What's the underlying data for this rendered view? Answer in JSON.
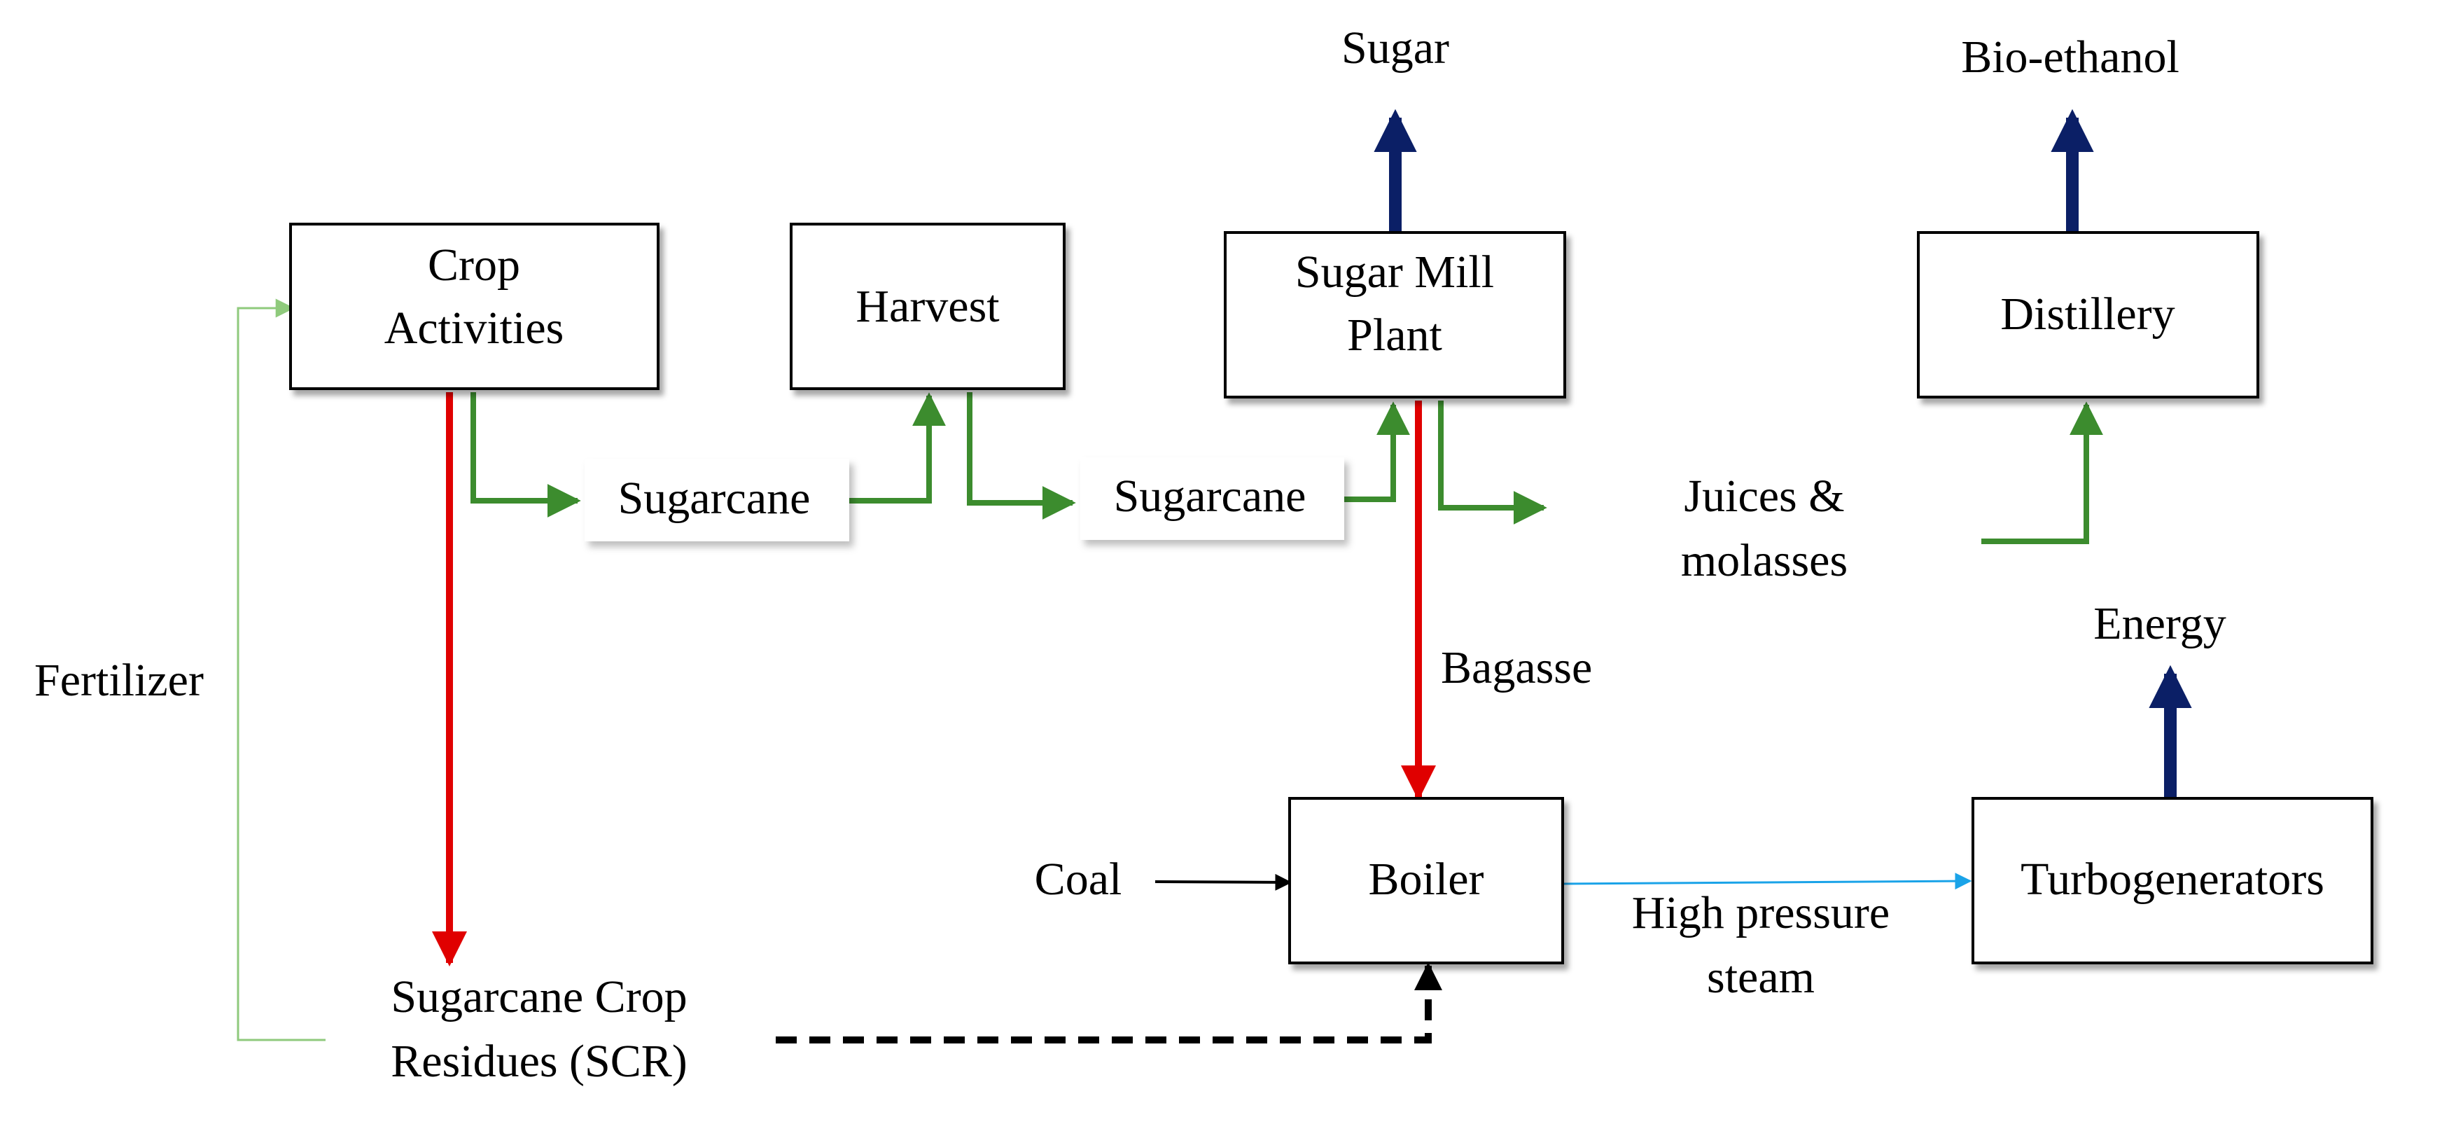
{
  "colors": {
    "green": "#3c8c2e",
    "red": "#e00000",
    "navy": "#0b1f66",
    "blue": "#1aa3e8",
    "black": "#000000",
    "light_green": "#8fca7c"
  },
  "processes": {
    "crop_activities": [
      "Crop",
      "Activities"
    ],
    "harvest": [
      "Harvest"
    ],
    "sugar_mill": [
      "Sugar Mill",
      "Plant"
    ],
    "distillery": [
      "Distillery"
    ],
    "boiler": [
      "Boiler"
    ],
    "turbogenerators": [
      "Turbogenerators"
    ]
  },
  "labels": {
    "sugarcane_1": "Sugarcane",
    "sugarcane_2": "Sugarcane",
    "sugar": "Sugar",
    "bio_ethanol": "Bio-ethanol",
    "energy": "Energy",
    "juices": [
      "Juices &",
      "molasses"
    ],
    "bagasse": "Bagasse",
    "fertilizer": "Fertilizer",
    "coal": "Coal",
    "steam": [
      "High pressure",
      "steam"
    ],
    "scr": [
      "Sugarcane Crop",
      "Residues (SCR)"
    ]
  }
}
